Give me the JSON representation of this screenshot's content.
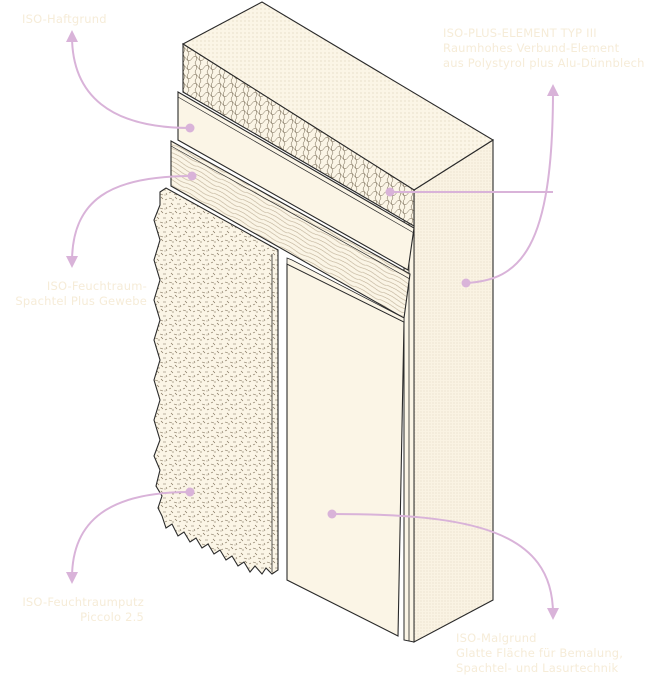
{
  "colors": {
    "accent": "#d9b3d9",
    "panel_fill": "#fbf5e6",
    "outline": "#2a2a2a",
    "label_text": "#f6ecd8"
  },
  "labels": {
    "haftgrund": {
      "lines": [
        "ISO-Haftgrund"
      ]
    },
    "plus_element": {
      "lines": [
        "ISO-PLUS-ELEMENT TYP III",
        "Raumhohes Verbund-Element",
        "aus Polystyrol plus Alu-Dünnblech"
      ]
    },
    "feuchtraum_spachtel": {
      "lines": [
        "ISO-Feuchtraum-",
        "Spachtel Plus Gewebe"
      ]
    },
    "feuchtraumputz": {
      "lines": [
        "ISO-Feuchtraumputz",
        "Piccolo 2.5"
      ]
    },
    "malgrund": {
      "lines": [
        "ISO-Malgrund",
        "Glatte Fläche für Bemalung,",
        "Spachtel- und Lasurtechnik"
      ]
    }
  }
}
